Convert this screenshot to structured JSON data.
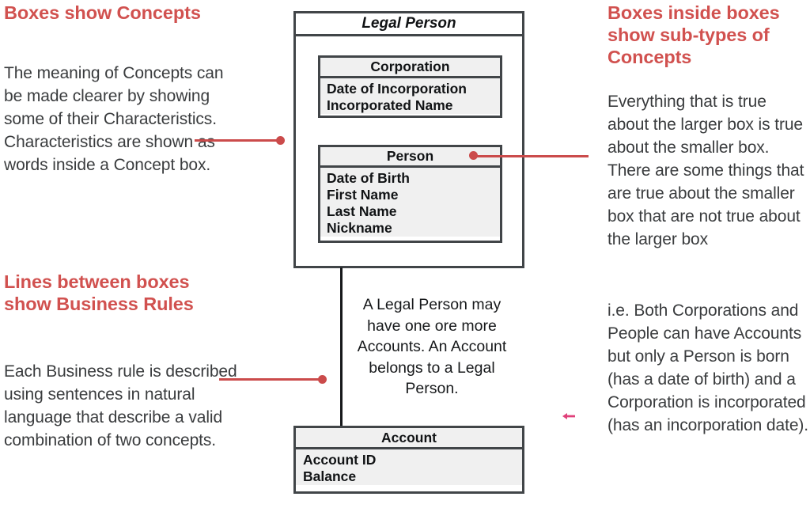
{
  "annotations": {
    "left_top": {
      "heading": "Boxes show Concepts",
      "body": "The meaning of Concepts can be made clearer by showing some of their Characteristics. Characteristics are shown as words inside a Concept box."
    },
    "left_bottom": {
      "heading": "Lines between boxes show Business Rules",
      "body": "Each Business rule is described using sentences in natural language that describe a valid combination of two concepts."
    },
    "right_top": {
      "heading": "Boxes inside boxes show sub-types of Concepts",
      "body": "Everything that is true about the larger box is true about the smaller box.  There are some things that are true about the smaller box that are not true about the larger box"
    },
    "right_bottom": {
      "body": "i.e. Both Corporations and People can have Accounts but only a Person is born (has a date of birth) and a Corporation is incorporated (has an incorporation date)."
    }
  },
  "diagram": {
    "entities": {
      "legal_person": {
        "title": "Legal Person",
        "attributes": []
      },
      "corporation": {
        "title": "Corporation",
        "attributes": [
          "Date of Incorporation",
          "Incorporated Name"
        ]
      },
      "person": {
        "title": "Person",
        "attributes": [
          "Date of Birth",
          "First Name",
          "Last Name",
          "Nickname"
        ]
      },
      "account": {
        "title": "Account",
        "attributes": [
          "Account ID",
          "Balance"
        ]
      }
    },
    "business_rule": "A Legal Person may have one ore more Accounts.  An Account belongs to a Legal Person.",
    "icons": {
      "pointer_arrow": "arrow-left-icon"
    }
  },
  "colors": {
    "heading_red": "#d1514f",
    "leader_red": "#cb4b4b",
    "body_text": "#3a3c3e",
    "box_border": "#414548",
    "box_fill": "#f0f0f0",
    "pointer_pink": "#e0407a",
    "background": "#ffffff"
  }
}
